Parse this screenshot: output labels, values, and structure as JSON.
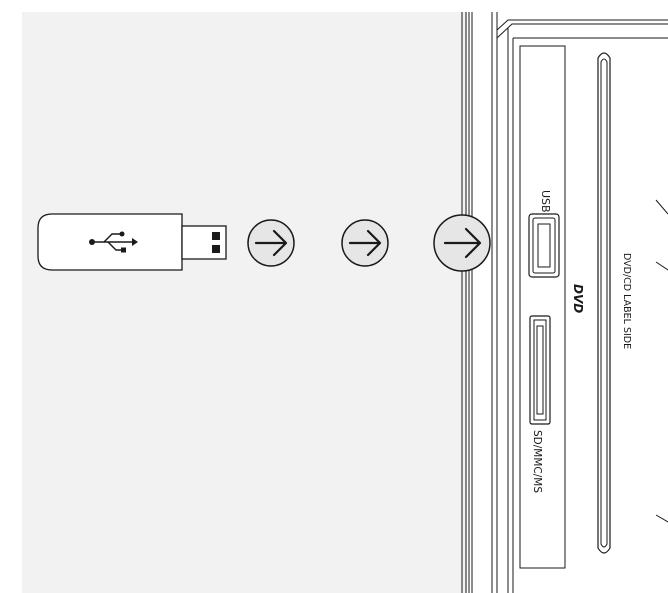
{
  "device": {
    "usb_port_label": "USB",
    "card_slot_label": "SD/MMC/MS",
    "dvd_logo": "DVD",
    "disc_label": "DVD/CD LABEL SIDE"
  },
  "icons": {
    "usb_symbol": "usb-icon",
    "arrow": "arrow-right-circle-icon"
  },
  "colors": {
    "panel_background": "#f2f2f2",
    "line": "#1a1a1a",
    "arrow_fill": "#e6e6e6"
  }
}
